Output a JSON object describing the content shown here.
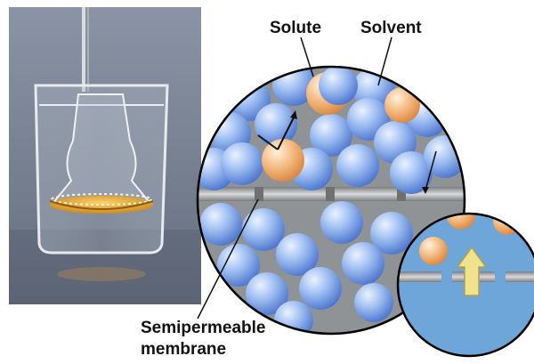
{
  "top_text": "",
  "labels": {
    "solute": "Solute",
    "solvent": "Solvent",
    "membrane_line1": "Semipermeable",
    "membrane_line2": "membrane"
  },
  "colors": {
    "solvent_particle": "#8fb4f0",
    "solute_particle": "#f3b47a",
    "zoom_background": "#6fa6da",
    "membrane": "#a9aaab",
    "photo_background": "#7d8898",
    "arrow_fill": "#f1e28e"
  }
}
